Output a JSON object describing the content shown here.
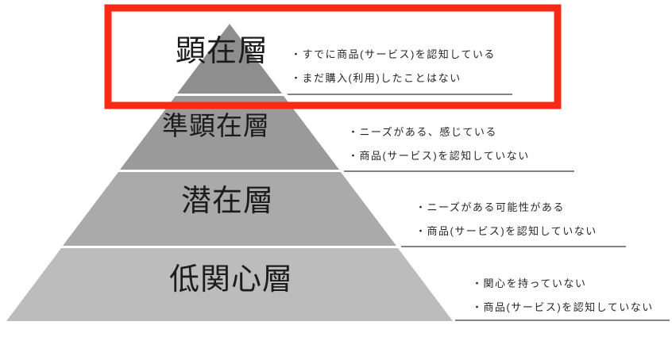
{
  "canvas": {
    "background": "#ffffff"
  },
  "highlight": {
    "color": "#f82a16"
  },
  "pyramid": {
    "underline_color": "#5a5a5a",
    "divider_color": "#ffffff",
    "layers": [
      {
        "label": "顕在層",
        "fill": "#8e8e8e",
        "bullets": [
          "・すでに商品(サービス)を認知している",
          "・まだ購入(利用)したことはない"
        ]
      },
      {
        "label": "準顕在層",
        "fill": "#9a9a9a",
        "bullets": [
          "・ニーズがある、感じている",
          "・商品(サービス)を認知していない"
        ]
      },
      {
        "label": "潜在層",
        "fill": "#aaaaaa",
        "bullets": [
          "・ニーズがある可能性がある",
          "・商品(サービス)を認知していない"
        ]
      },
      {
        "label": "低関心層",
        "fill": "#bcbcbc",
        "bullets": [
          "・関心を持っていない",
          "・商品(サービス)を認知していない"
        ]
      }
    ]
  }
}
